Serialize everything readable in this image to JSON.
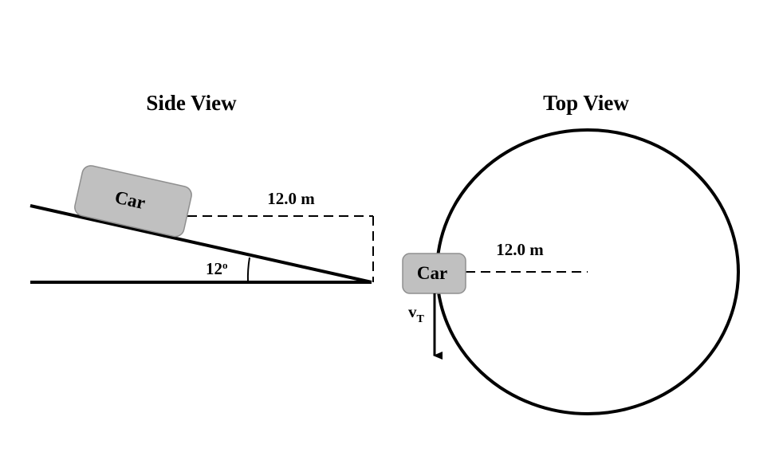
{
  "side_view": {
    "title": "Side View",
    "car_label": "Car",
    "distance_label": "12.0 m",
    "angle_label": "12",
    "angle_unit": "o"
  },
  "top_view": {
    "title": "Top View",
    "car_label": "Car",
    "radius_label": "12.0 m",
    "velocity_label": "v",
    "velocity_subscript": "T"
  },
  "colors": {
    "car_fill": "#c0c0c0",
    "car_stroke": "#8f8f8f",
    "line": "#000000"
  }
}
